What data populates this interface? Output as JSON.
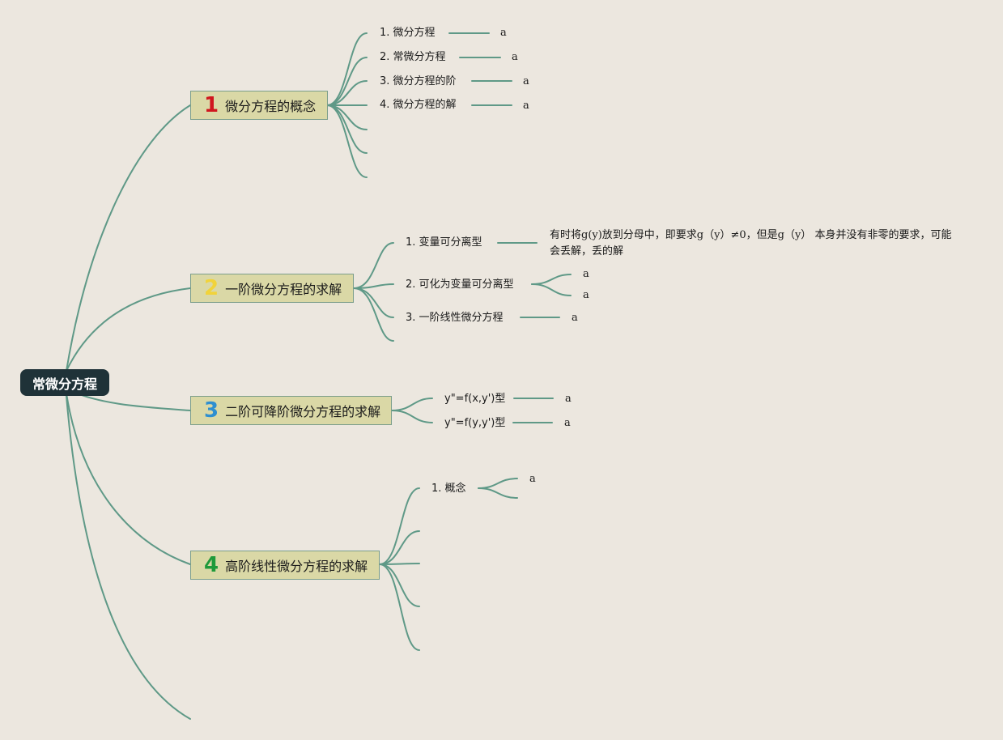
{
  "colors": {
    "background": "#ece7df",
    "root_fill": "#1f3238",
    "topic_fill": "#dad8a6",
    "topic_border": "#7b9e8b",
    "connector": "#5f9987",
    "num1": "#d0161e",
    "num2": "#f1d33a",
    "num3": "#2e8fd0",
    "num4": "#1f9a3a"
  },
  "root": {
    "label": "常微分方程"
  },
  "topics": [
    {
      "num": "1",
      "label": "微分方程的概念",
      "children": [
        {
          "label": "1. 微分方程",
          "leaves": [
            "a"
          ]
        },
        {
          "label": "2. 常微分方程",
          "leaves": [
            "a"
          ]
        },
        {
          "label": "3. 微分方程的阶",
          "leaves": [
            "a"
          ]
        },
        {
          "label": "4. 微分方程的解",
          "leaves": [
            "a"
          ]
        }
      ]
    },
    {
      "num": "2",
      "label": "一阶微分方程的求解",
      "children": [
        {
          "label": "1. 变量可分离型",
          "leaves": [
            "有时将g(y)放到分母中，即要求g（y）≠0，但是g（y） 本身并没有非零的要求，可能会丢解，丢的解"
          ]
        },
        {
          "label": "2. 可化为变量可分离型",
          "leaves": [
            "a",
            "a"
          ]
        },
        {
          "label": "3. 一阶线性微分方程",
          "leaves": [
            "a"
          ]
        }
      ]
    },
    {
      "num": "3",
      "label": "二阶可降阶微分方程的求解",
      "children": [
        {
          "label": "y\"=f(x,y')型",
          "leaves": [
            "a"
          ]
        },
        {
          "label": "y\"=f(y,y')型",
          "leaves": [
            "a"
          ]
        }
      ]
    },
    {
      "num": "4",
      "label": "高阶线性微分方程的求解",
      "children": [
        {
          "label": "1. 概念",
          "leaves": [
            "a"
          ]
        }
      ]
    }
  ]
}
